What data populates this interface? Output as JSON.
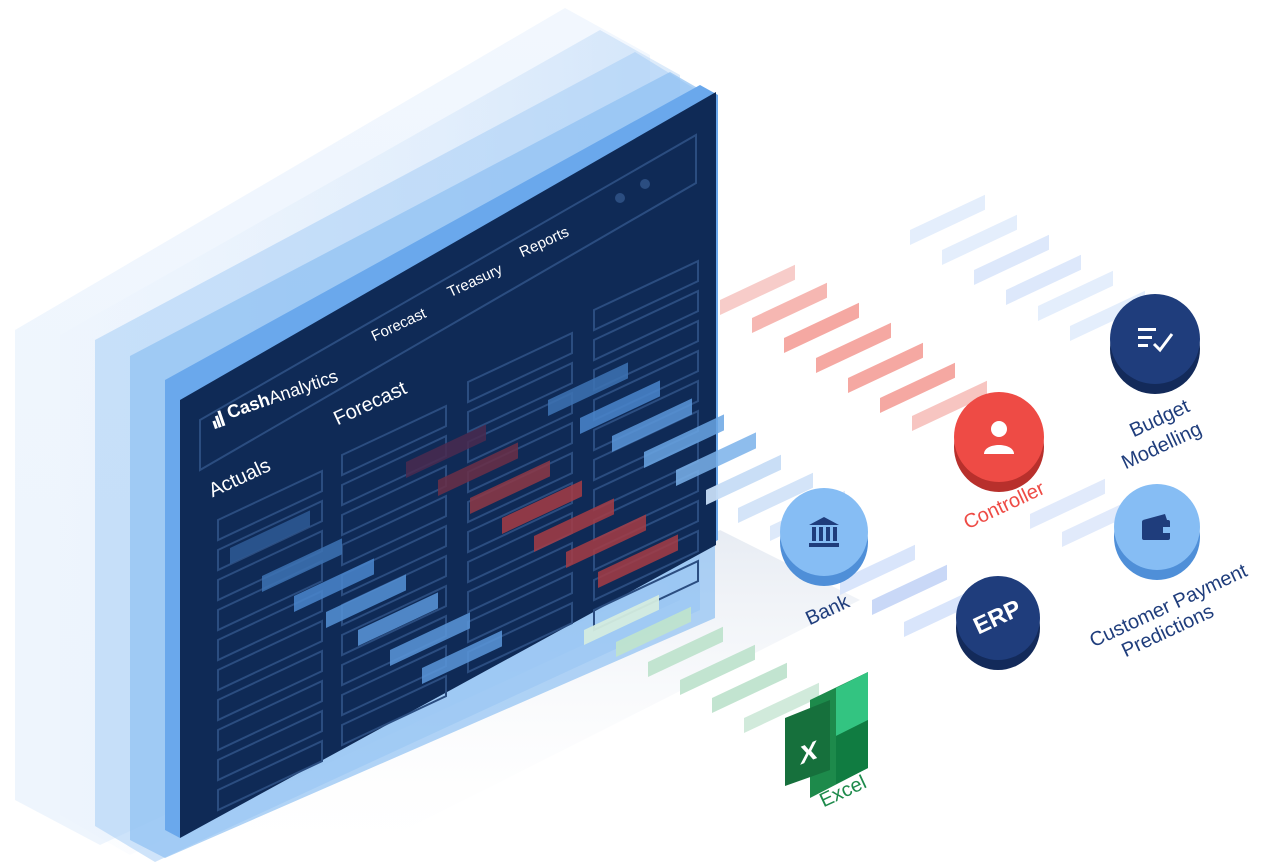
{
  "app": {
    "logo_bold": "Cash",
    "logo_light": "Analytics"
  },
  "screen": {
    "nav": [
      "Forecast",
      "Treasury",
      "Reports"
    ],
    "col_actuals": "Actuals",
    "col_forecast": "Forecast"
  },
  "integrations": {
    "bank": "Bank",
    "controller": "Controller",
    "budget_line1": "Budget",
    "budget_line2": "Modelling",
    "erp": "ERP",
    "customer_line1": "Customer Payment",
    "customer_line2": "Predictions",
    "excel": "Excel"
  },
  "colors": {
    "screen_bg": "#0f2a56",
    "screen_line": "#2b4d80",
    "navy_icon": "#1f3d7c",
    "light_blue_icon": "#7fb7f2",
    "controller_red": "#ee4b45",
    "excel_green": "#1d8a4b",
    "label_navy": "#1f3d7c"
  },
  "icons": {
    "bank": "bank-icon",
    "controller": "user-icon",
    "budget": "checklist-icon",
    "customer": "wallet-icon",
    "excel": "excel-icon"
  }
}
